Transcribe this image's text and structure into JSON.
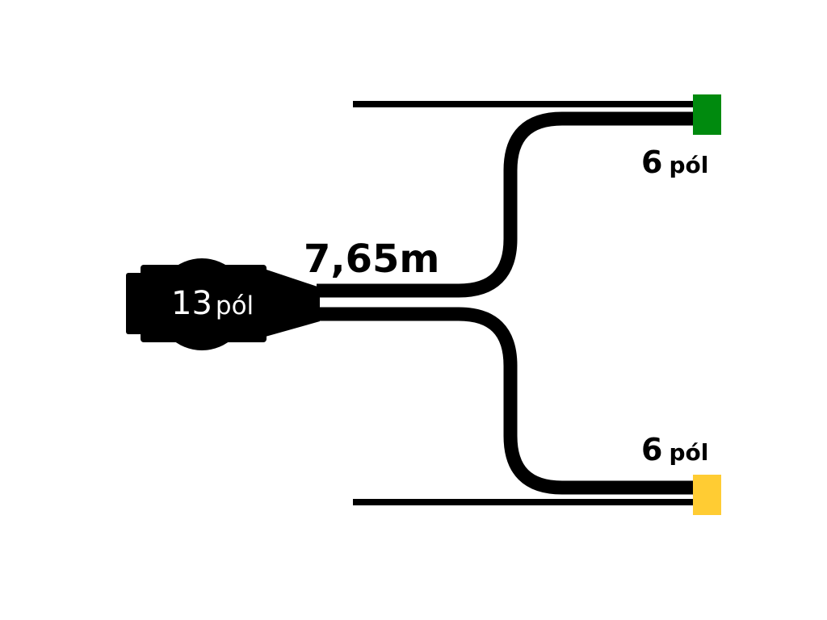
{
  "colors": {
    "cable": "#000000",
    "connector_top": "#008a0e",
    "connector_bottom": "#ffcc33",
    "connector_main_text": "#ffffff",
    "label_text": "#000000"
  },
  "main_connector": {
    "number": "13",
    "unit": "pól",
    "icon": "trailer-plug-icon"
  },
  "cable_length": "7,65m",
  "branches": [
    {
      "number": "6",
      "unit": "pól",
      "connector_color": "#008a0e",
      "icon": "green-connector-icon"
    },
    {
      "number": "6",
      "unit": "pól",
      "connector_color": "#ffcc33",
      "icon": "yellow-connector-icon"
    }
  ]
}
